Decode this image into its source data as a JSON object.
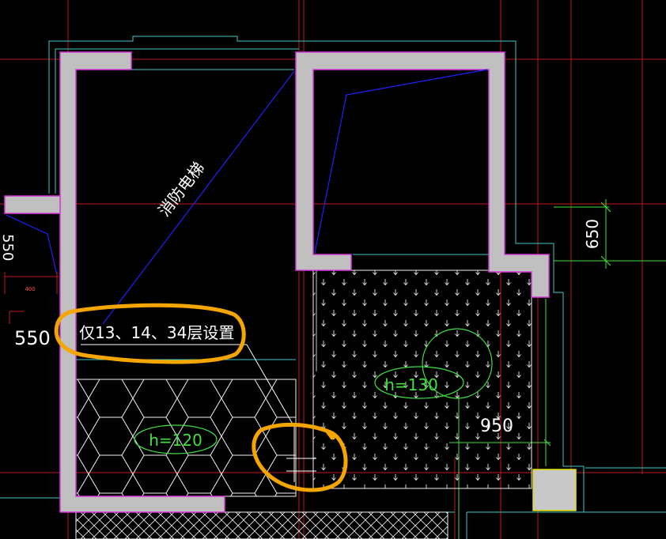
{
  "drawing": {
    "colors": {
      "background": "#000000",
      "wall_fill": "#c0c0c0",
      "wall_outline": "#d838d8",
      "axis_red": "#c01818",
      "outline_cyan": "#40c8c8",
      "outline_green": "#40e040",
      "hatch_white": "#f0f0f0",
      "markup_orange": "#f5a500",
      "diagonal_blue": "#2020ff",
      "label_white": "#ffffff",
      "column_fill": "#c8c8c8",
      "column_outline": "#e0e000"
    },
    "labels": {
      "elevator_shaft": "消防电梯",
      "note": "仅13、14、34层设置",
      "dim_550": "550",
      "dim_650": "650",
      "dim_950": "950",
      "dim_400": "400",
      "dim_left_partial": "550",
      "h_120": "h=120",
      "h_130": "h=130"
    }
  }
}
